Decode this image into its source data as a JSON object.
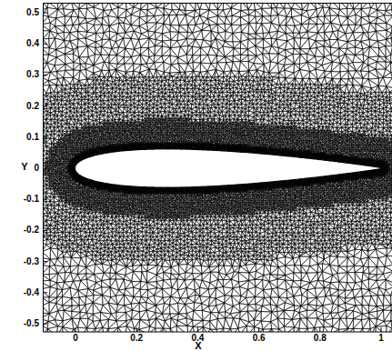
{
  "diagram": {
    "labels": [
      "0.5",
      "0.4",
      "0.3",
      "0.2",
      "0.1",
      "0",
      "-0.1",
      "-0.2",
      "-0.3",
      "-0.4",
      "-0.5",
      "0",
      "0.2",
      "0.4",
      "0.6",
      "0.8",
      "1",
      "X",
      "Y"
    ]
  }
}
